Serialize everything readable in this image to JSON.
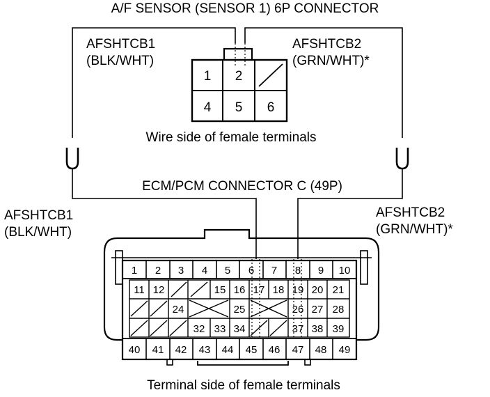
{
  "top_connector": {
    "title": "A/F SENSOR (SENSOR 1) 6P CONNECTOR",
    "caption": "Wire side of female terminals",
    "pins": [
      "1",
      "2",
      "4",
      "5",
      "6"
    ],
    "wire_left": {
      "signal": "AFSHTCB1",
      "color": "(BLK/WHT)"
    },
    "wire_right": {
      "signal": "AFSHTCB2",
      "color": "(GRN/WHT)*"
    }
  },
  "bottom_connector": {
    "title": "ECM/PCM CONNECTOR C (49P)",
    "caption": "Terminal side of female terminals",
    "wire_left": {
      "signal": "AFSHTCB1",
      "color": "(BLK/WHT)"
    },
    "wire_right": {
      "signal": "AFSHTCB2",
      "color": "(GRN/WHT)*"
    },
    "row1": [
      "1",
      "2",
      "3",
      "4",
      "5",
      "6",
      "7",
      "8",
      "9",
      "10"
    ],
    "row2": [
      "11",
      "12",
      "15",
      "16",
      "17",
      "18",
      "19",
      "20",
      "21"
    ],
    "row3": [
      "24",
      "25",
      "26",
      "27",
      "28"
    ],
    "row4": [
      "32",
      "33",
      "34",
      "37",
      "38",
      "39"
    ],
    "row5": [
      "40",
      "41",
      "42",
      "43",
      "44",
      "45",
      "46",
      "47",
      "48",
      "49"
    ]
  }
}
